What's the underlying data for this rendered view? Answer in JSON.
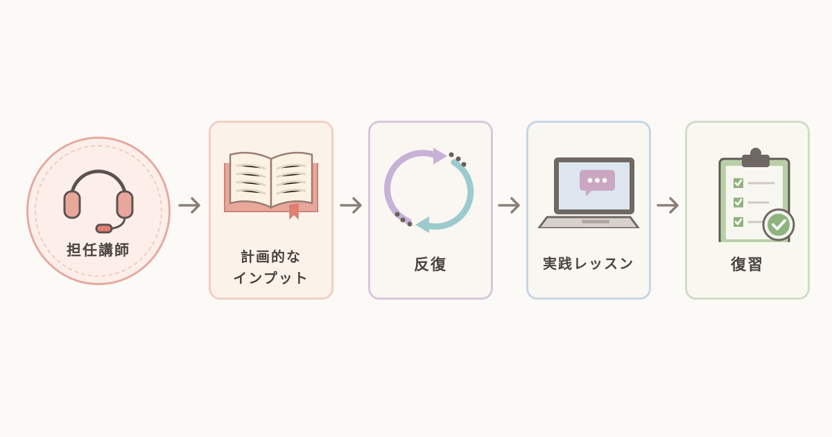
{
  "steps": [
    {
      "label": "担任講師",
      "icon": "headset-icon"
    },
    {
      "label": "計画的な\nインプット",
      "icon": "open-book-icon"
    },
    {
      "label": "反復",
      "icon": "cycle-arrows-icon"
    },
    {
      "label": "実践レッスン",
      "icon": "laptop-chat-icon"
    },
    {
      "label": "復習",
      "icon": "clipboard-checklist-icon"
    }
  ],
  "arrows": [
    "arrow-right-icon",
    "arrow-right-icon",
    "arrow-right-icon",
    "arrow-right-icon"
  ],
  "colors": {
    "background": "#fcfaf6",
    "text": "#4a4340",
    "arrow": "#8a7e79",
    "step1_border": "#e7a8a0",
    "step2_border": "#f3cdc4",
    "step3_border": "#d8c6de",
    "step4_border": "#c6d6e6",
    "step5_border": "#cfdcc6"
  }
}
